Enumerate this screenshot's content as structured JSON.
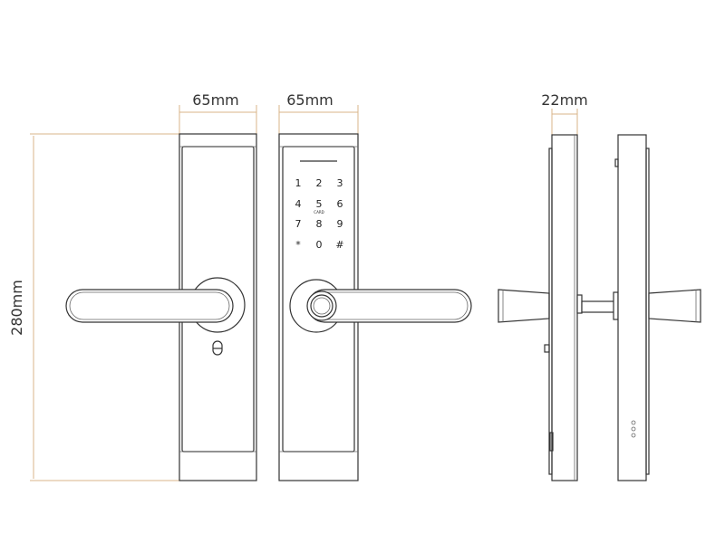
{
  "dimensions": {
    "height": "280mm",
    "width_back": "65mm",
    "width_front": "65mm",
    "thickness": "22mm"
  },
  "keypad": {
    "keys": [
      "1",
      "2",
      "3",
      "4",
      "5",
      "6",
      "7",
      "8",
      "9",
      "*",
      "0",
      "#"
    ],
    "card_label": "CARD"
  },
  "colors": {
    "dimension_line": "#d9b48a",
    "outline": "#333333"
  }
}
